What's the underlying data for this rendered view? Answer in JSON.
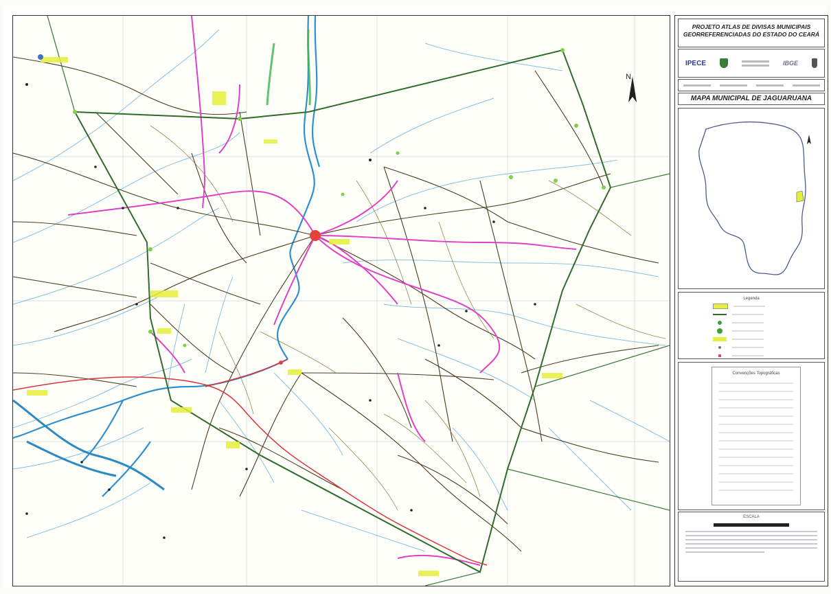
{
  "panel": {
    "title_line1": "PROJETO ATLAS DE DIVISAS MUNICIPAIS",
    "title_line2": "GEORREFERENCIADAS DO ESTADO DO CEARÁ",
    "logos": {
      "ipece": "IPECE",
      "ibge": "IBGE"
    },
    "map_name": "MAPA MUNICIPAL DE JAGUARUANA",
    "legend_title": "Legenda",
    "conventions_title": "Convenções Topográficas",
    "scale_title": "ESCALA"
  },
  "map": {
    "north_label": "N"
  },
  "colors": {
    "boundary": "#2f6b2a",
    "roads": "#4a3a1e",
    "rivers": "#2f8fcf",
    "highways": "#e040c8",
    "federal_highway": "#d9333a",
    "city": "#e0443c",
    "highlight": "#e6ef3a"
  }
}
